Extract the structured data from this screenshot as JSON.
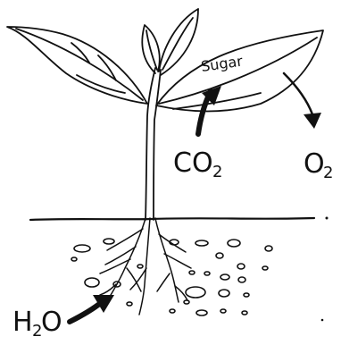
{
  "labels": {
    "sugar": "Sugar",
    "co2": "CO",
    "co2_sub": "2",
    "o2": "O",
    "o2_sub": "2",
    "h2o_h": "H",
    "h2o_sub": "2",
    "h2o_o": "O"
  },
  "colors": {
    "ink": "#111111",
    "background": "#ffffff"
  },
  "icons": {
    "co2_arrow": "arrow-up-icon",
    "o2_arrow": "arrow-down-right-icon",
    "h2o_arrow": "arrow-up-right-icon"
  }
}
